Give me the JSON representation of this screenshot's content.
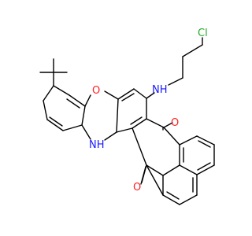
{
  "molecule": {
    "atoms": {
      "chlorine": {
        "text": "Cl",
        "color": "#22aa22"
      },
      "amine_nh": {
        "text": "NH",
        "color": "#1a1aff"
      },
      "ring_nh": {
        "text": "NH",
        "color": "#1a1aff"
      },
      "ring_oxygen": {
        "text": "O",
        "color": "#ff2020"
      },
      "ketone_top": {
        "text": "O",
        "color": "#ff2020"
      },
      "ketone_bottom": {
        "text": "O",
        "color": "#ff2020"
      }
    },
    "bond_color": "#000000"
  }
}
